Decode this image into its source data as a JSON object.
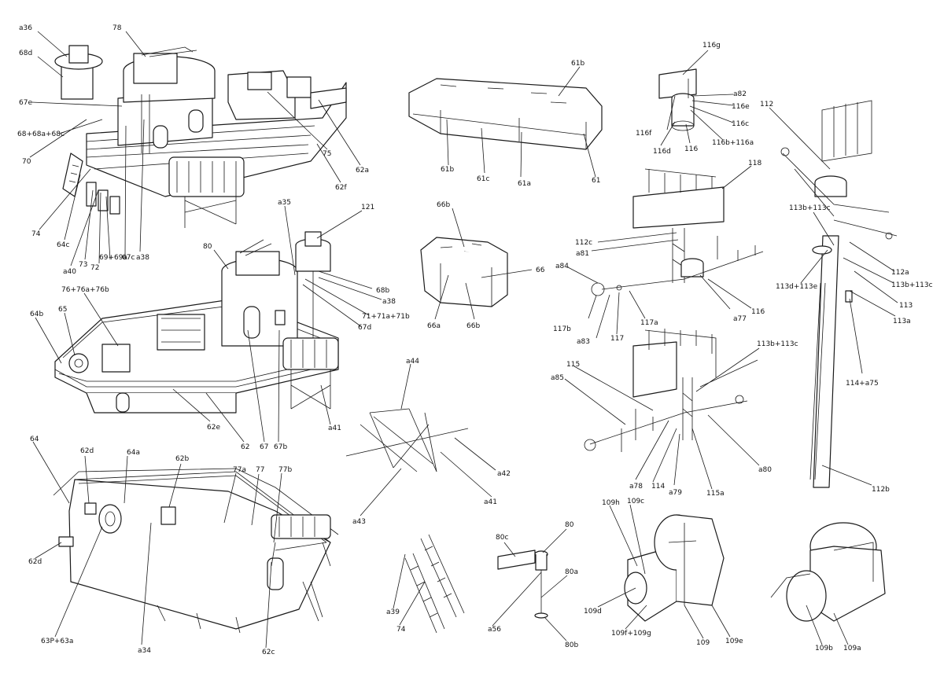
{
  "labels": [
    {
      "id": "l1",
      "text": "a36"
    },
    {
      "id": "l2",
      "text": "78"
    },
    {
      "id": "l3",
      "text": "68d"
    },
    {
      "id": "l4",
      "text": "67e"
    },
    {
      "id": "l5",
      "text": "68+68a+68c"
    },
    {
      "id": "l6",
      "text": "70"
    },
    {
      "id": "l7",
      "text": "75"
    },
    {
      "id": "l8",
      "text": "62a"
    },
    {
      "id": "l9",
      "text": "62f"
    },
    {
      "id": "l10",
      "text": "74"
    },
    {
      "id": "l11",
      "text": "64c"
    },
    {
      "id": "l12",
      "text": "73"
    },
    {
      "id": "l13",
      "text": "72"
    },
    {
      "id": "l14",
      "text": "69+69a"
    },
    {
      "id": "l15",
      "text": "67c"
    },
    {
      "id": "l16",
      "text": "a38"
    },
    {
      "id": "l17",
      "text": "a40"
    },
    {
      "id": "l18",
      "text": "61b"
    },
    {
      "id": "l19",
      "text": "61b"
    },
    {
      "id": "l20",
      "text": "61c"
    },
    {
      "id": "l21",
      "text": "61a"
    },
    {
      "id": "l22",
      "text": "61"
    },
    {
      "id": "l23",
      "text": "116g"
    },
    {
      "id": "l24",
      "text": "a82"
    },
    {
      "id": "l25",
      "text": "116e"
    },
    {
      "id": "l26",
      "text": "116c"
    },
    {
      "id": "l27",
      "text": "116f"
    },
    {
      "id": "l28",
      "text": "116b+116a"
    },
    {
      "id": "l29",
      "text": "116d"
    },
    {
      "id": "l30",
      "text": "116"
    },
    {
      "id": "l31",
      "text": "112"
    },
    {
      "id": "l32",
      "text": "118"
    },
    {
      "id": "l33",
      "text": "113b+113c"
    },
    {
      "id": "l34",
      "text": "112a"
    },
    {
      "id": "l35",
      "text": "113b+113c"
    },
    {
      "id": "l36",
      "text": "113d+113e"
    },
    {
      "id": "l37",
      "text": "113"
    },
    {
      "id": "l38",
      "text": "113a"
    },
    {
      "id": "l39",
      "text": "a35"
    },
    {
      "id": "l40",
      "text": "121"
    },
    {
      "id": "l41",
      "text": "80"
    },
    {
      "id": "l42",
      "text": "68b"
    },
    {
      "id": "l43",
      "text": "a38"
    },
    {
      "id": "l44",
      "text": "71+71a+71b"
    },
    {
      "id": "l45",
      "text": "67d"
    },
    {
      "id": "l46",
      "text": "76+76a+76b"
    },
    {
      "id": "l47",
      "text": "64b"
    },
    {
      "id": "l48",
      "text": "65"
    },
    {
      "id": "l49",
      "text": "62e"
    },
    {
      "id": "l50",
      "text": "62"
    },
    {
      "id": "l51",
      "text": "67"
    },
    {
      "id": "l52",
      "text": "67b"
    },
    {
      "id": "l53",
      "text": "a41"
    },
    {
      "id": "l54",
      "text": "66b"
    },
    {
      "id": "l55",
      "text": "66"
    },
    {
      "id": "l56",
      "text": "66a"
    },
    {
      "id": "l57",
      "text": "66b"
    },
    {
      "id": "l58",
      "text": "112c"
    },
    {
      "id": "l59",
      "text": "a81"
    },
    {
      "id": "l60",
      "text": "a84"
    },
    {
      "id": "l61",
      "text": "117b"
    },
    {
      "id": "l62",
      "text": "a83"
    },
    {
      "id": "l63",
      "text": "117"
    },
    {
      "id": "l64",
      "text": "117a"
    },
    {
      "id": "l65",
      "text": "a77"
    },
    {
      "id": "l66",
      "text": "116"
    },
    {
      "id": "l67",
      "text": "114+a75"
    },
    {
      "id": "l68",
      "text": "113b+113c"
    },
    {
      "id": "l69",
      "text": "115"
    },
    {
      "id": "l70",
      "text": "a85"
    },
    {
      "id": "l71",
      "text": "a78"
    },
    {
      "id": "l72",
      "text": "114"
    },
    {
      "id": "l73",
      "text": "a79"
    },
    {
      "id": "l74",
      "text": "115a"
    },
    {
      "id": "l75",
      "text": "a80"
    },
    {
      "id": "l76",
      "text": "112b"
    },
    {
      "id": "l77",
      "text": "a44"
    },
    {
      "id": "l78",
      "text": "a42"
    },
    {
      "id": "l79",
      "text": "a41"
    },
    {
      "id": "l80",
      "text": "a43"
    },
    {
      "id": "l81",
      "text": "64"
    },
    {
      "id": "l82",
      "text": "62d"
    },
    {
      "id": "l83",
      "text": "64a"
    },
    {
      "id": "l84",
      "text": "62b"
    },
    {
      "id": "l85",
      "text": "77a"
    },
    {
      "id": "l86",
      "text": "77"
    },
    {
      "id": "l87",
      "text": "77b"
    },
    {
      "id": "l88",
      "text": "62d"
    },
    {
      "id": "l89",
      "text": "63P+63a"
    },
    {
      "id": "l90",
      "text": "a34"
    },
    {
      "id": "l91",
      "text": "62c"
    },
    {
      "id": "l92",
      "text": "a39"
    },
    {
      "id": "l93",
      "text": "74"
    },
    {
      "id": "l94",
      "text": "80c"
    },
    {
      "id": "l95",
      "text": "80"
    },
    {
      "id": "l96",
      "text": "80a"
    },
    {
      "id": "l97",
      "text": "a56"
    },
    {
      "id": "l98",
      "text": "80b"
    },
    {
      "id": "l99",
      "text": "109h"
    },
    {
      "id": "l100",
      "text": "109c"
    },
    {
      "id": "l101",
      "text": "109d"
    },
    {
      "id": "l102",
      "text": "109f+109g"
    },
    {
      "id": "l103",
      "text": "109"
    },
    {
      "id": "l104",
      "text": "109e"
    },
    {
      "id": "l105",
      "text": "109b"
    },
    {
      "id": "l106",
      "text": "109a"
    }
  ]
}
